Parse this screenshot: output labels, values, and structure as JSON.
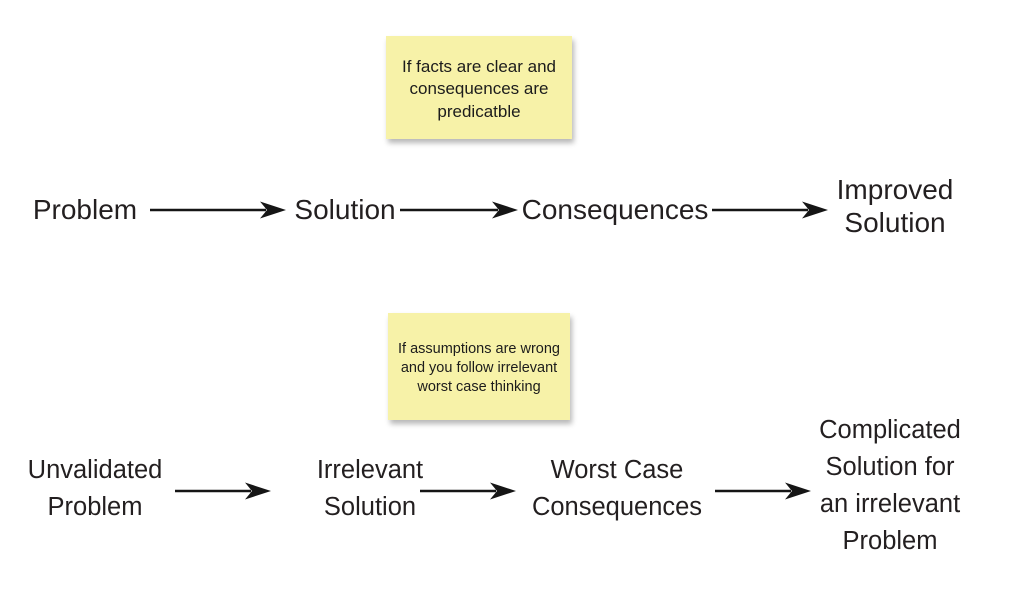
{
  "diagram": {
    "title_text": "",
    "background_color": "#ffffff",
    "text_color": "#231f20",
    "note_color": "#f7f2a8",
    "notes": [
      {
        "id": "clear-facts-note",
        "lines": [
          "If facts are clear",
          "and consequences",
          "are predicatble"
        ],
        "text": "If facts are clear\nand consequences\nare predicatble"
      },
      {
        "id": "wrong-assumptions-note",
        "lines": [
          "If assumptions are",
          "wrong and you follow",
          "irrelevant worst case",
          "thinking"
        ],
        "text": "If assumptions are\nwrong and you follow\nirrelevant worst case\nthinking"
      }
    ],
    "rows": [
      {
        "id": "good-path",
        "nodes": [
          {
            "id": "problem",
            "label": "Problem"
          },
          {
            "id": "solution",
            "label": "Solution"
          },
          {
            "id": "consequences",
            "label": "Consequences"
          },
          {
            "id": "improved-solution",
            "label": "Improved\nSolution"
          }
        ],
        "connector": "arrow",
        "connector_count": 3
      },
      {
        "id": "bad-path",
        "nodes": [
          {
            "id": "unvalidated-problem",
            "label": "Unvalidated\nProblem"
          },
          {
            "id": "irrelevant-solution",
            "label": "Irrelevant\nSolution"
          },
          {
            "id": "worst-case-consequences",
            "label": "Worst Case\nConsequences"
          },
          {
            "id": "complicated-solution",
            "label": "Complicated\nSolution for\nan irrelevant\nProblem"
          }
        ],
        "connector": "arrow",
        "connector_count": 3
      }
    ]
  }
}
